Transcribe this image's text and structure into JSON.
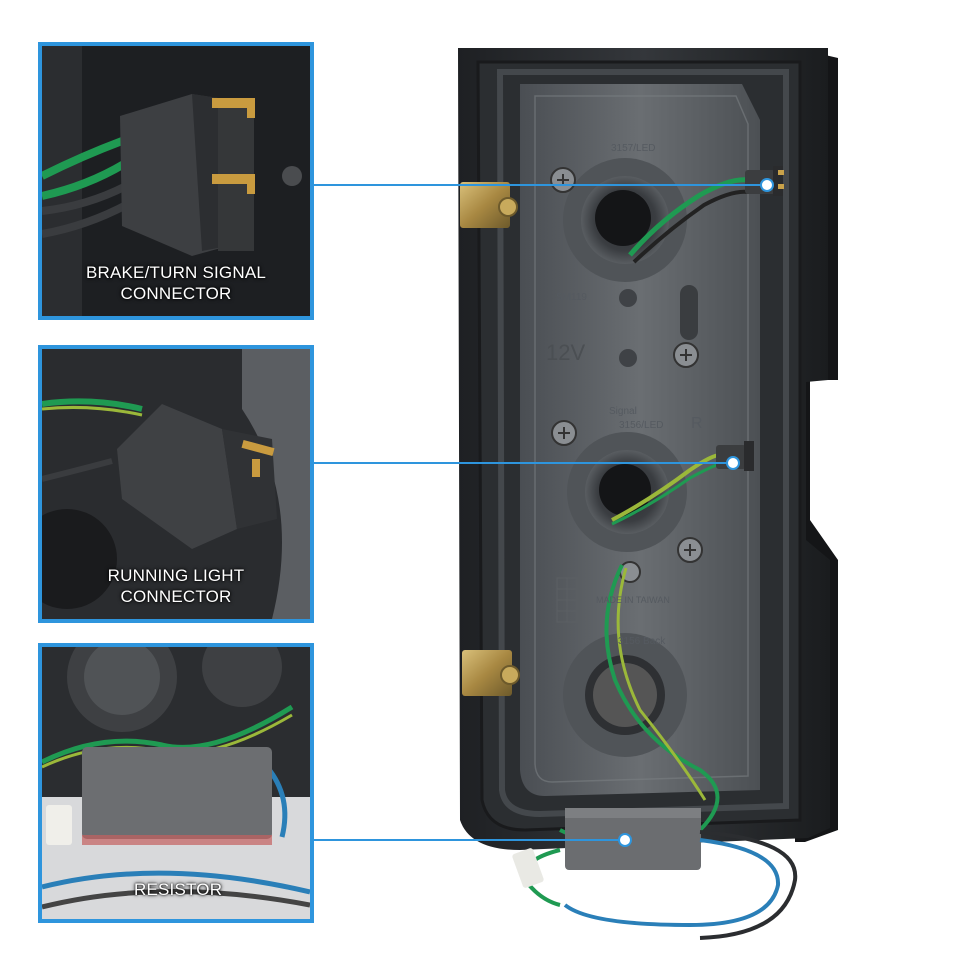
{
  "panels": [
    {
      "id": "brake-turn",
      "label_line1": "BRAKE/TURN SIGNAL",
      "label_line2": "CONNECTOR"
    },
    {
      "id": "running",
      "label_line1": "RUNNING LIGHT",
      "label_line2": "CONNECTOR"
    },
    {
      "id": "resistor",
      "label_line1": "RESISTOR",
      "label_line2": ""
    }
  ],
  "embossed": {
    "bulb_top": "3157/LED",
    "code_left": "SM119",
    "voltage": "12V",
    "signal": "Signal",
    "bulb_mid": "3156/LED",
    "side": "R",
    "made_in": "MADE IN TAIWAN",
    "back": "3156  Back"
  },
  "colors": {
    "accent": "#2e95dd",
    "wire_green": "#1f9a52",
    "wire_yellow_green": "#9bb83a",
    "wire_blue": "#2a7fb8",
    "housing": "#2b2e31"
  }
}
